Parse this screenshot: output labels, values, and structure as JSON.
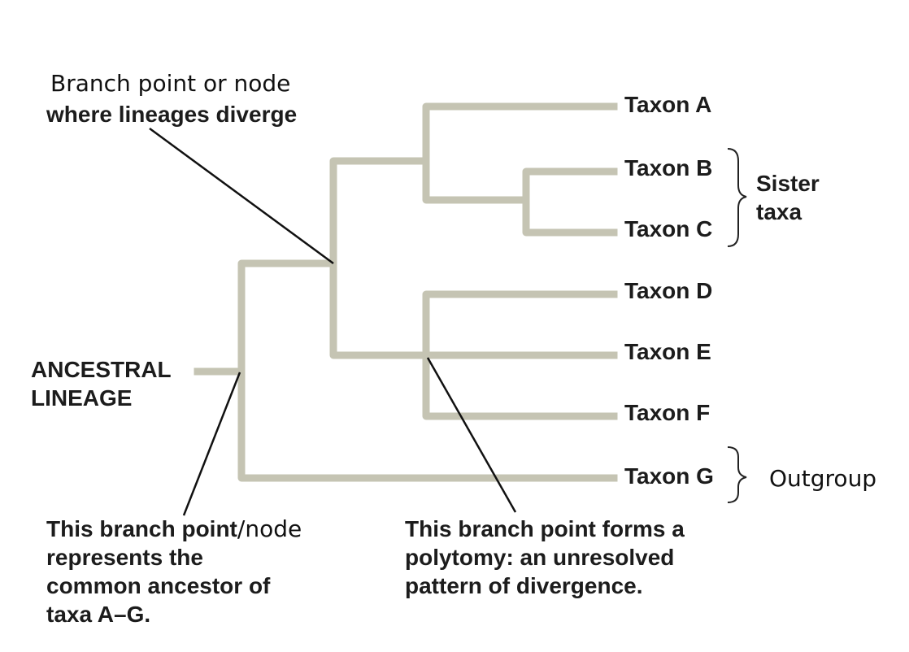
{
  "node_label": {
    "line1": "Branch point or node",
    "line2": "where lineages diverge"
  },
  "ancestral": {
    "line1": "ANCESTRAL",
    "line2": "LINEAGE"
  },
  "taxa": [
    "Taxon A",
    "Taxon B",
    "Taxon C",
    "Taxon D",
    "Taxon E",
    "Taxon F",
    "Taxon G"
  ],
  "sister": {
    "line1": "Sister",
    "line2": "taxa"
  },
  "outgroup": "Outgroup",
  "root_note": {
    "line1_bold": "This branch point",
    "line1_tail": "/node",
    "line2": "represents the",
    "line3": "common ancestor of",
    "line4": "taxa A–G."
  },
  "polytomy_note": {
    "line1": "This branch point forms a",
    "line2": "polytomy: an unresolved",
    "line3": "pattern of divergence."
  },
  "colors": {
    "branch": "#c5c4b3",
    "text": "#1c1c1c"
  }
}
